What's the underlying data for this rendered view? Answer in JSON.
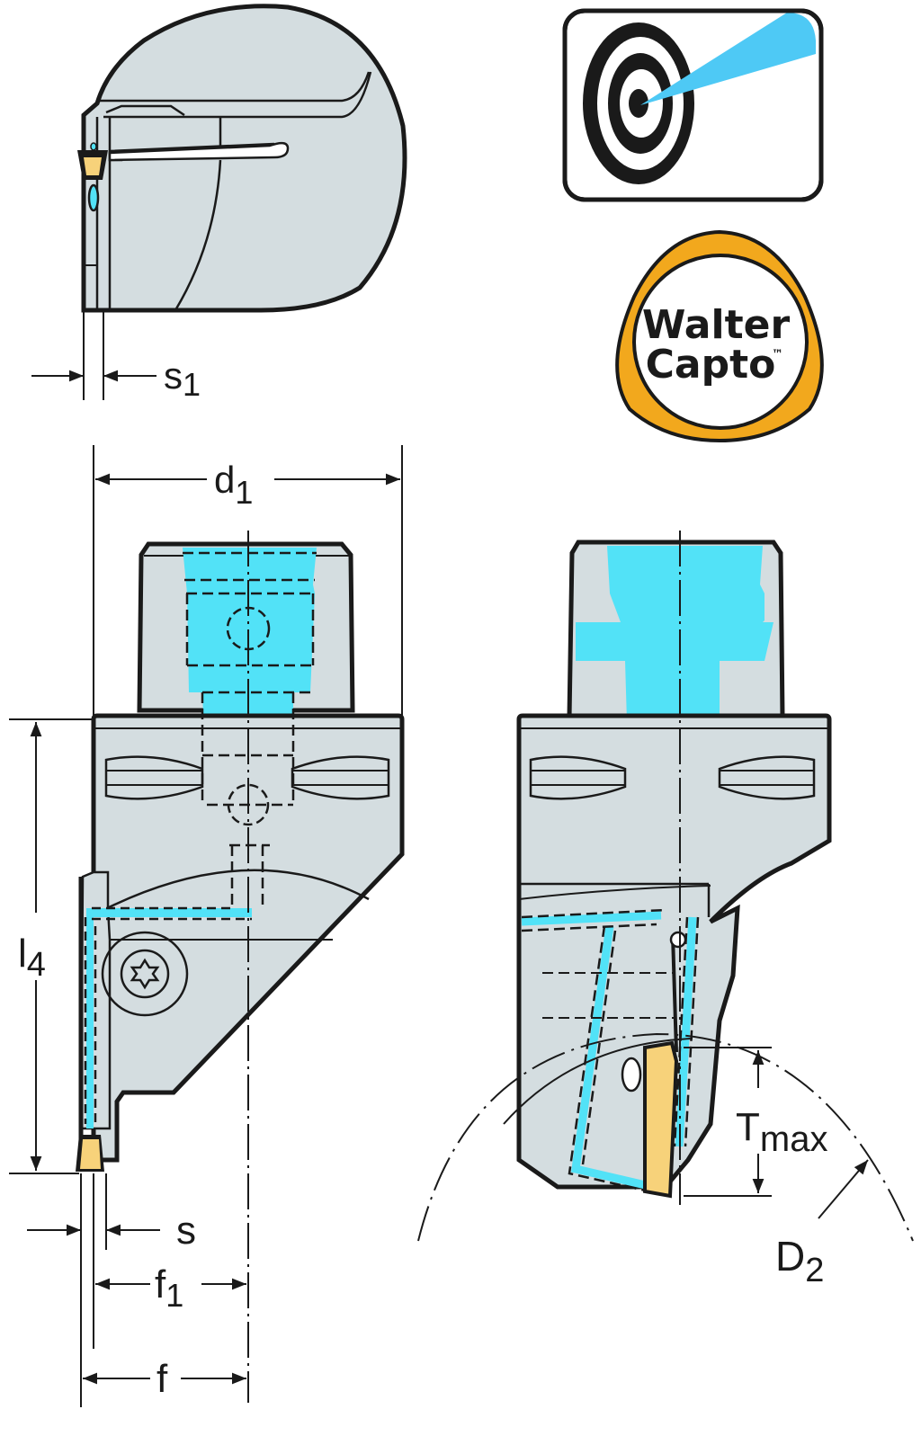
{
  "diagram": {
    "title": "Grooving / parting-off tool holder with Walter Capto interface — dimension drawing",
    "colors": {
      "body": "#d4dde0",
      "coolant": "#52e2f7",
      "insert": "#f7d27a",
      "outline": "#1a1a1a",
      "logo_ring": "#f2a81d",
      "jet": "#4ec9f5"
    },
    "dimensions": {
      "s1": {
        "main": "s",
        "sub": "1"
      },
      "d1": {
        "main": "d",
        "sub": "1"
      },
      "l4": {
        "main": "l",
        "sub": "4"
      },
      "s": {
        "main": "s",
        "sub": ""
      },
      "f1": {
        "main": "f",
        "sub": "1"
      },
      "f": {
        "main": "f",
        "sub": ""
      },
      "tmax": {
        "main": "T",
        "sub": "max"
      },
      "d2": {
        "main": "D",
        "sub": "2"
      }
    },
    "badges": {
      "coolant_icon": "precision-coolant-target-icon",
      "logo": {
        "line1": "Walter",
        "line2": "Capto",
        "tm": "™"
      }
    },
    "views": [
      "top-view",
      "front-view",
      "side-view"
    ]
  }
}
